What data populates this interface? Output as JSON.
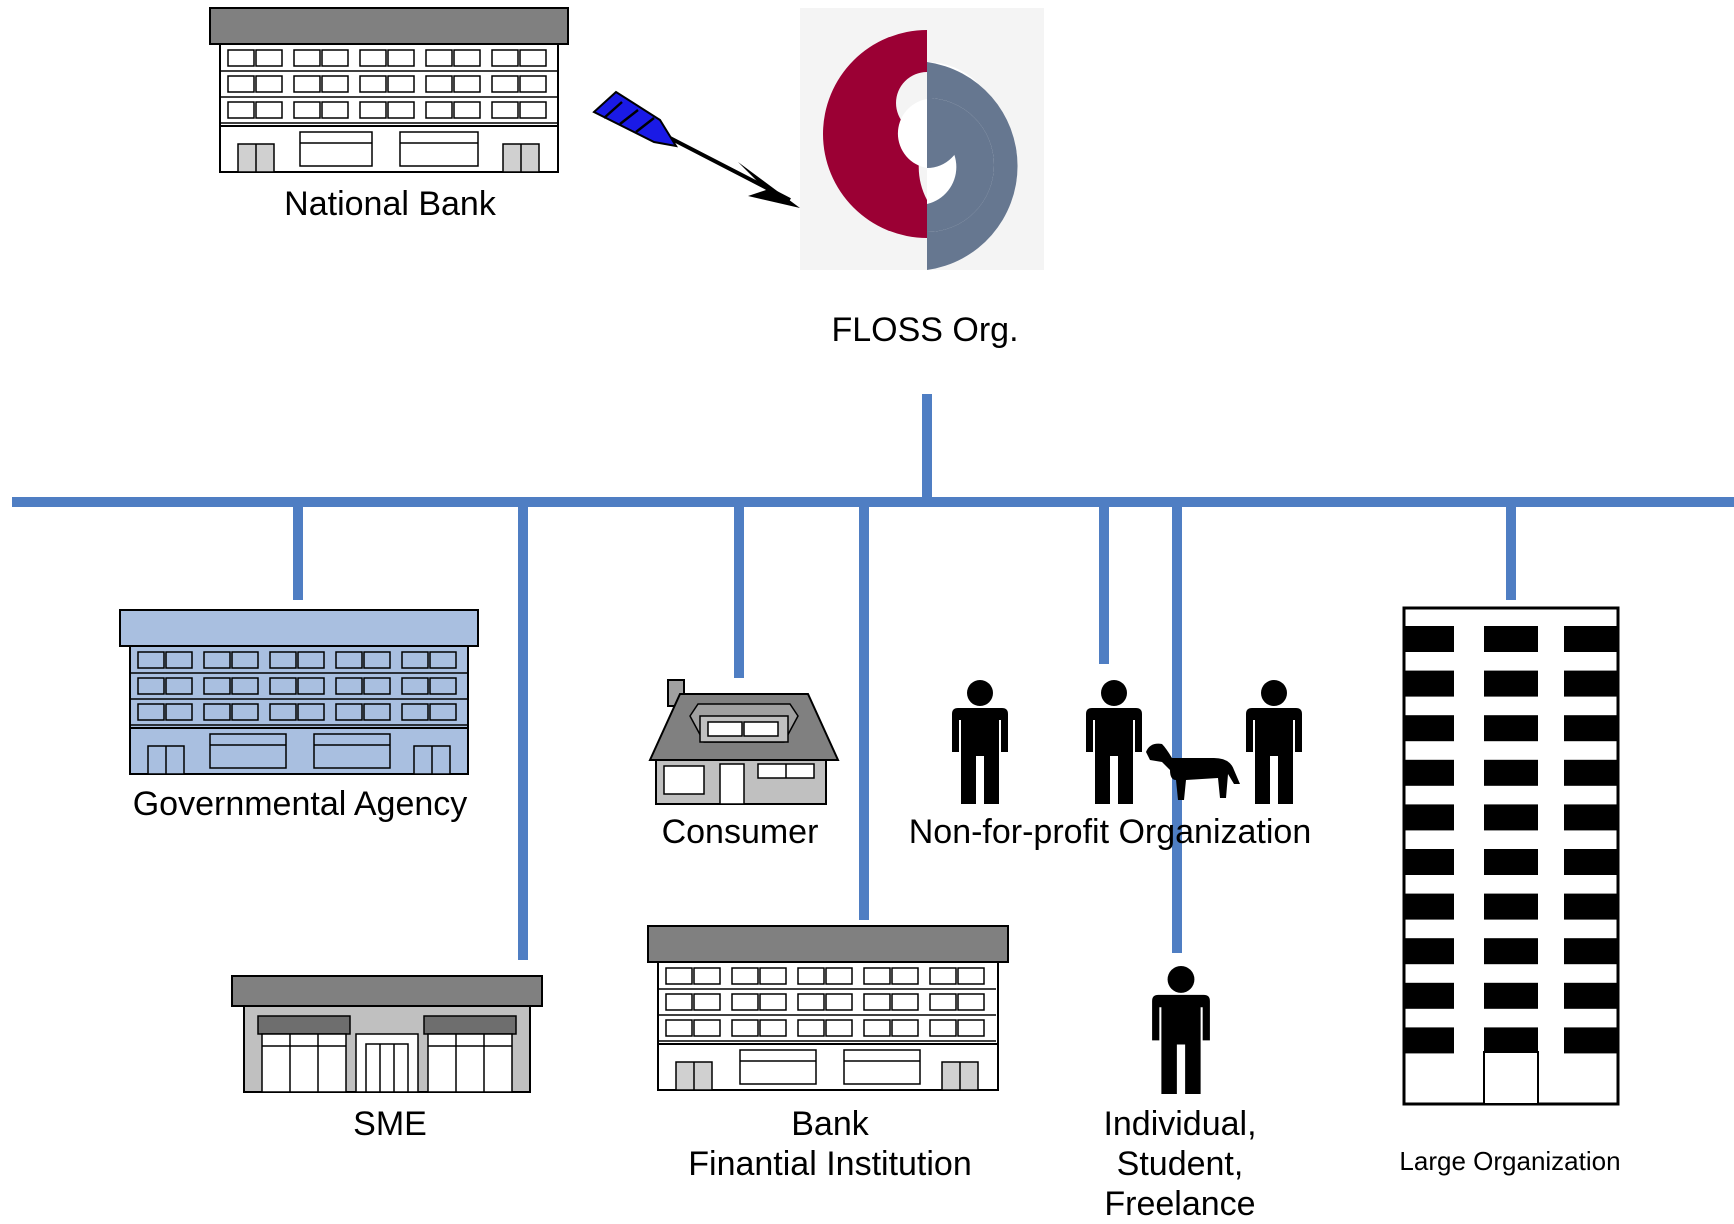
{
  "colors": {
    "bus": "#4f7ec3",
    "gray_roof": "#808080",
    "blue_roof": "#a9bfe0",
    "logo_red": "#9b0034",
    "logo_gray": "#667790",
    "arrow_fletch": "#1a1ae6"
  },
  "labels": {
    "national_bank": "National Bank",
    "floss_org": "FLOSS Org.",
    "governmental_agency": "Governmental Agency",
    "sme": "SME",
    "consumer": "Consumer",
    "bank_line1": "Bank",
    "bank_line2": "Finantial Institution",
    "non_profit": "Non-for-profit Organization",
    "individual_line1": "Individual,",
    "individual_line2": "Student,",
    "individual_line3": "Freelance",
    "large_org": "Large Organization"
  },
  "icons": [
    "office-building-icon",
    "arrow-icon",
    "floss-logo-icon",
    "store-icon",
    "house-icon",
    "person-icon",
    "dog-icon",
    "tower-building-icon"
  ]
}
